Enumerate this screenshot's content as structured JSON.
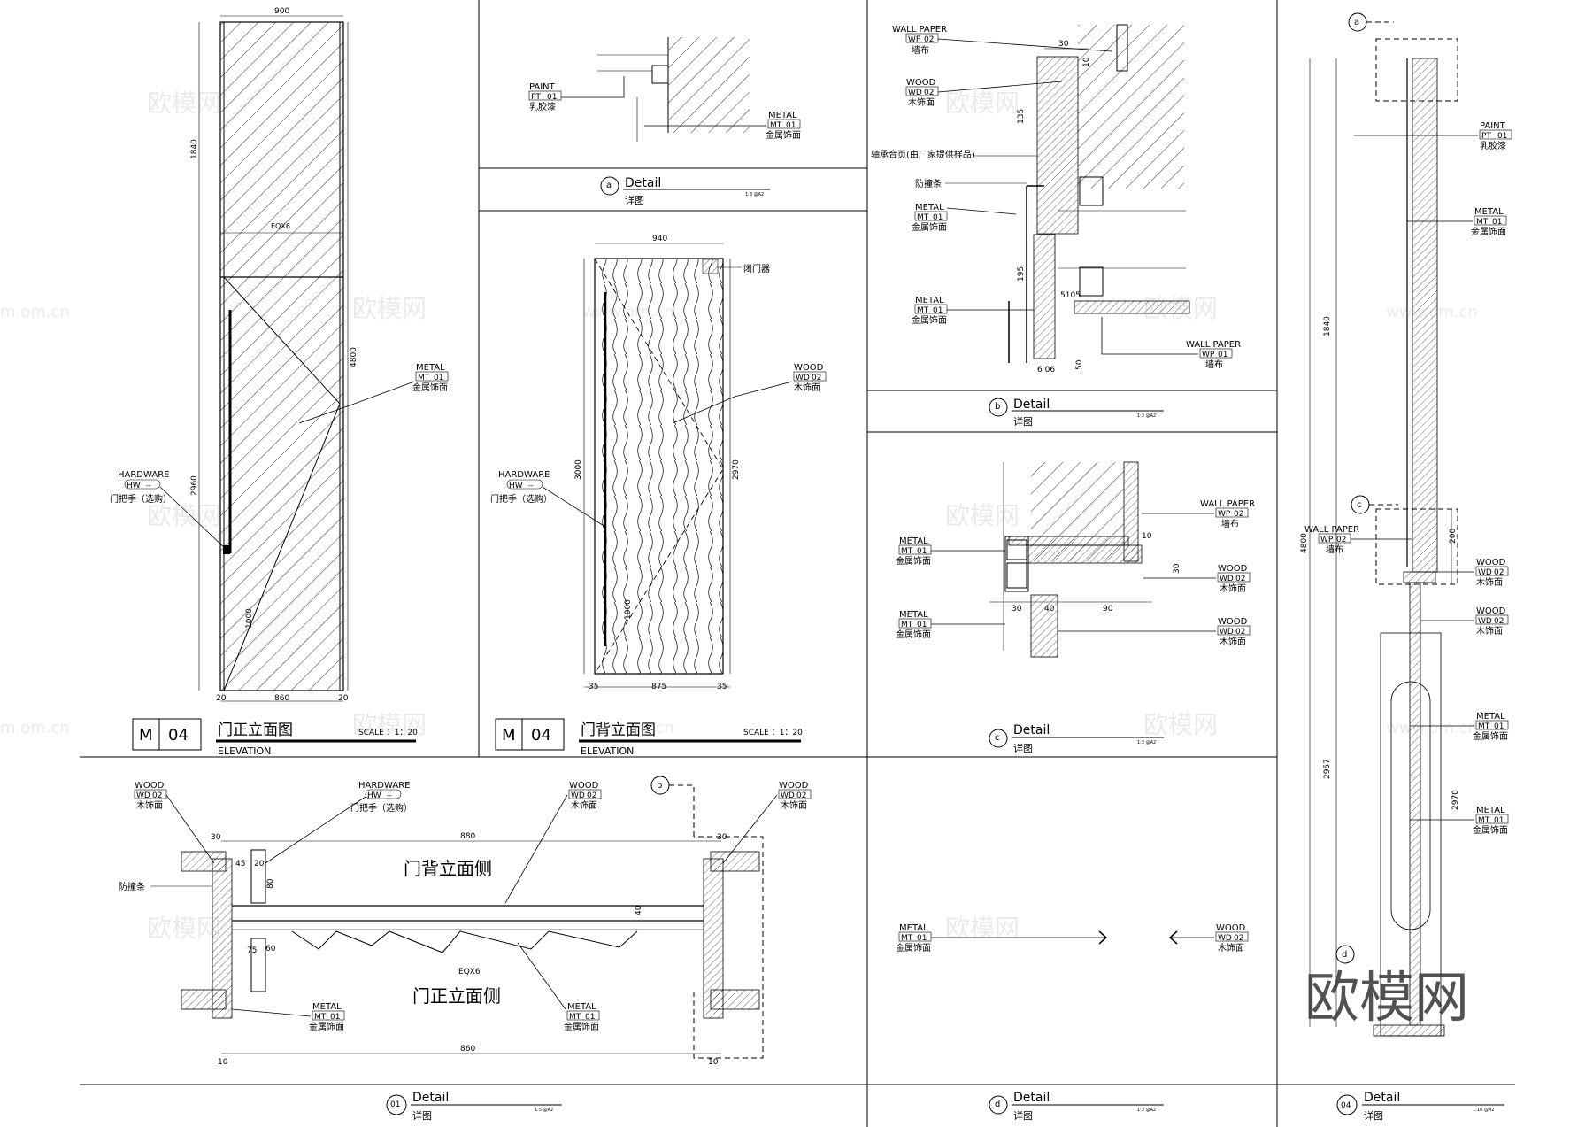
{
  "drawing": {
    "elev_front": {
      "top_width": "900",
      "height_upper": "1840",
      "height_total": "4800",
      "height_lower": "2960",
      "eq_label": "EQX6",
      "dim_1000": "1000",
      "bottom_left": "20",
      "bottom_mid": "860",
      "bottom_right": "20",
      "metal_tag": {
        "title": "METAL",
        "code": "MT",
        "num": "01",
        "cn": "金属饰面"
      },
      "hw_tag": {
        "title": "HARDWARE",
        "code": "HW",
        "num": "--",
        "cn": "门把手（选购）"
      },
      "title_box": {
        "code": "M",
        "num": "04",
        "cn": "门正立面图",
        "en": "ELEVATION",
        "scale": "SCALE ：1：20"
      }
    },
    "elev_back": {
      "top_width": "940",
      "closer": "闭门器",
      "height_3000": "3000",
      "height_2970": "2970",
      "dim_1000": "1000",
      "bottom_left": "35",
      "bottom_mid": "875",
      "bottom_right": "35",
      "wood_tag": {
        "title": "WOOD",
        "code": "WD",
        "num": "02",
        "cn": "木饰面"
      },
      "hw_tag": {
        "title": "HARDWARE",
        "code": "HW",
        "num": "--",
        "cn": "门把手（选购）"
      },
      "title_box": {
        "code": "M",
        "num": "04",
        "cn": "门背立面图",
        "en": "ELEVATION",
        "scale": "SCALE ：1：20"
      }
    },
    "detail_a": {
      "paint_tag": {
        "title": "PAINT",
        "code": "PT",
        "num": "01",
        "cn": "乳胶漆"
      },
      "metal_tag": {
        "title": "METAL",
        "code": "MT",
        "num": "01",
        "cn": "金属饰面"
      },
      "title": {
        "sym": "a",
        "en": "Detail",
        "cn": "详图",
        "scale": "1:3 @A2"
      }
    },
    "detail_b": {
      "wp_top": {
        "title": "WALL PAPER",
        "code": "WP",
        "num": "02",
        "cn": "墙布"
      },
      "wood_tag": {
        "title": "WOOD",
        "code": "WD",
        "num": "02",
        "cn": "木饰面"
      },
      "hinge": "轴承合页(由厂家提供样品)",
      "bumper": "防撞条",
      "metal1": {
        "title": "METAL",
        "code": "MT",
        "num": "01",
        "cn": "金属饰面"
      },
      "metal2": {
        "title": "METAL",
        "code": "MT",
        "num": "01",
        "cn": "金属饰面"
      },
      "wp_bottom": {
        "title": "WALL PAPER",
        "code": "WP",
        "num": "01",
        "cn": "墙布"
      },
      "dim_30": "30",
      "dim_10": "10",
      "dim_135": "135",
      "dim_195": "195",
      "dim_5105": "5105",
      "dim_50": "50",
      "dim_606": "6 06",
      "title": {
        "sym": "b",
        "en": "Detail",
        "cn": "详图",
        "scale": "1:3 @A2"
      }
    },
    "detail_c": {
      "wp": {
        "title": "WALL PAPER",
        "code": "WP",
        "num": "02",
        "cn": "墙布"
      },
      "metal1": {
        "title": "METAL",
        "code": "MT",
        "num": "01",
        "cn": "金属饰面"
      },
      "metal2": {
        "title": "METAL",
        "code": "MT",
        "num": "01",
        "cn": "金属饰面"
      },
      "wood1": {
        "title": "WOOD",
        "code": "WD",
        "num": "02",
        "cn": "木饰面"
      },
      "wood2": {
        "title": "WOOD",
        "code": "WD",
        "num": "02",
        "cn": "木饰面"
      },
      "dim_10": "10",
      "dim_30a": "30",
      "dim_30b": "30",
      "dim_40": "40",
      "dim_90": "90",
      "title": {
        "sym": "c",
        "en": "Detail",
        "cn": "详图",
        "scale": "1:3 @A2"
      }
    },
    "detail_d": {
      "metal": {
        "title": "METAL",
        "code": "MT",
        "num": "01",
        "cn": "金属饰面"
      },
      "wood": {
        "title": "WOOD",
        "code": "WD",
        "num": "02",
        "cn": "木饰面"
      },
      "title": {
        "sym": "d",
        "en": "Detail",
        "cn": "详图",
        "scale": "1:3 @A2"
      }
    },
    "detail_01": {
      "wood_l": {
        "title": "WOOD",
        "code": "WD",
        "num": "02",
        "cn": "木饰面"
      },
      "hw": {
        "title": "HARDWARE",
        "code": "HW",
        "num": "--",
        "cn": "门把手（选购）"
      },
      "wood_m": {
        "title": "WOOD",
        "code": "WD",
        "num": "02",
        "cn": "木饰面"
      },
      "wood_r": {
        "title": "WOOD",
        "code": "WD",
        "num": "02",
        "cn": "木饰面"
      },
      "bumper": "防撞条",
      "back_side": "门背立面侧",
      "front_side": "门正立面侧",
      "metal_l": {
        "title": "METAL",
        "code": "MT",
        "num": "01",
        "cn": "金属饰面"
      },
      "metal_r": {
        "title": "METAL",
        "code": "MT",
        "num": "01",
        "cn": "金属饰面"
      },
      "dim_880": "880",
      "dim_860": "860",
      "dim_30l": "30",
      "dim_30r": "30",
      "dim_45": "45",
      "dim_20a": "20",
      "dim_80": "80",
      "dim_40": "40",
      "dim_75": "75",
      "dim_60": "60",
      "dim_eq": "EQX6",
      "dim_10l": "10",
      "dim_10r": "10",
      "section_b": "b",
      "title": {
        "sym": "01",
        "en": "Detail",
        "cn": "详图",
        "scale": "1:5 @A2"
      }
    },
    "detail_04": {
      "marker_a": "a",
      "marker_c": "c",
      "marker_d": "d",
      "paint": {
        "title": "PAINT",
        "code": "PT",
        "num": "01",
        "cn": "乳胶漆"
      },
      "metal1": {
        "title": "METAL",
        "code": "MT",
        "num": "01",
        "cn": "金属饰面"
      },
      "wp": {
        "title": "WALL PAPER",
        "code": "WP",
        "num": "02",
        "cn": "墙布"
      },
      "wood1": {
        "title": "WOOD",
        "code": "WD",
        "num": "02",
        "cn": "木饰面"
      },
      "wood2": {
        "title": "WOOD",
        "code": "WD",
        "num": "02",
        "cn": "木饰面"
      },
      "metal2": {
        "title": "METAL",
        "code": "MT",
        "num": "01",
        "cn": "金属饰面"
      },
      "metal3": {
        "title": "METAL",
        "code": "MT",
        "num": "01",
        "cn": "金属饰面"
      },
      "dim_1840": "1840",
      "dim_4800": "4800",
      "dim_2957": "2957",
      "dim_2970": "2970",
      "dim_200": "200",
      "title": {
        "sym": "04",
        "en": "Detail",
        "cn": "详图",
        "scale": "1:10 @A2"
      }
    },
    "watermarks": {
      "cn": "欧模网",
      "url": "www.om.cn",
      "url_partial": "m.om.cn",
      "big": "欧模网"
    }
  }
}
